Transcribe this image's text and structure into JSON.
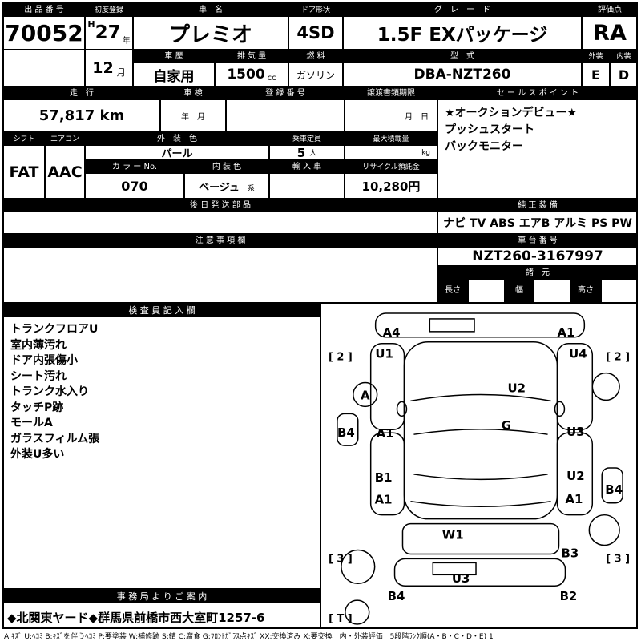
{
  "top": {
    "lot_label": "出 品 番 号",
    "lot_number": "70052",
    "first_reg_label": "初度登録",
    "era": "H",
    "year": "27",
    "year_unit": "年",
    "month": "12",
    "month_unit": "月",
    "name_label": "車　名",
    "name": "プレミオ",
    "history_label": "車 歴",
    "history": "自家用",
    "disp_label": "排 気 量",
    "disp": "1500",
    "disp_unit": "cc",
    "door_label": "ドア形状",
    "door": "4SD",
    "fuel_label": "燃 料",
    "fuel": "ガソリン",
    "grade_label": "グ　レ　ー　ド",
    "grade": "1.5F EXパッケージ",
    "model_label": "型　式",
    "model": "DBA-NZT260",
    "score_label": "評価点",
    "score": "RA",
    "ext_label": "外装",
    "ext": "E",
    "int_label": "内装",
    "int": "D"
  },
  "row2": {
    "mileage_label": "走　行",
    "mileage": "57,817 km",
    "inspection_label": "車 検",
    "inspection_hint": "年　月",
    "regnum_label": "登 録 番 号",
    "transfer_label": "譲渡書類期限",
    "transfer_hint": "月　日"
  },
  "sales": {
    "label": "セ ー ル ス ポ イ ン ト",
    "lines": [
      "★オークションデビュー★",
      "プッシュスタート",
      "バックモニター"
    ]
  },
  "specs": {
    "shift_label": "シフト",
    "shift": "FAT",
    "aircon_label": "エアコン",
    "aircon": "AAC",
    "ext_color_label": "外　装　色",
    "ext_color": "パール",
    "capacity_label": "乗車定員",
    "capacity": "5",
    "capacity_unit": "人",
    "max_load_label": "最大積載量",
    "max_load_unit": "kg",
    "color_no_label": "カ ラ ー No.",
    "color_no": "070",
    "int_color_label": "内 装 色",
    "int_color": "ベージュ",
    "int_color_suffix": "系",
    "import_label": "輸 入 車",
    "recycle_label": "リサイクル預託金",
    "recycle": "10,280円"
  },
  "later_parts_label": "後 日 発 送 部 品",
  "equipment": {
    "label": "純 正 装 備",
    "value": "ナビ TV ABS エアB アルミ PS PW"
  },
  "notes_label": "注 意 事 項 欄",
  "chassis": {
    "label": "車 台 番 号",
    "value": "NZT260-3167997",
    "spec_label": "諸　元",
    "length_label": "長さ",
    "width_label": "幅",
    "height_label": "高さ"
  },
  "inspector": {
    "label": "検 査 員 記 入 欄",
    "lines": [
      "トランクフロアU",
      "室内薄汚れ",
      "ドア内張傷小",
      "シート汚れ",
      "トランク水入り",
      "タッチP跡",
      "モールA",
      "ガラスフィルム張",
      "外装U多い"
    ]
  },
  "diagram": {
    "labels": [
      "A4",
      "A1",
      "[ 2 ]",
      "U1",
      "U4",
      "[ 2 ]",
      "A",
      "U2",
      "B4",
      "A1",
      "G",
      "U3",
      "B1",
      "U2",
      "A1",
      "A1",
      "B4",
      "W1",
      "B3",
      "[ 3 ]",
      "[ 3 ]",
      "U3",
      "B4",
      "B2",
      "[ T ]"
    ]
  },
  "office": {
    "label": "事 務 局 よ り ご 案 内",
    "value": "◆北関東ヤード◆群馬県前橋市西大室町1257-6"
  },
  "footer_legend": "A:ｷｽﾞ U:ﾍｺﾐ B:ｷｽﾞを伴うﾍｺﾐ P:要塗装 W:補修跡 S:錆 C:腐食 G:ﾌﾛﾝﾄｶﾞﾗｽ点ｷｽﾞ XX:交換済み X:要交換　内・外装評価　5段階ﾗﾝｸ順(A・B・C・D・E) 1"
}
